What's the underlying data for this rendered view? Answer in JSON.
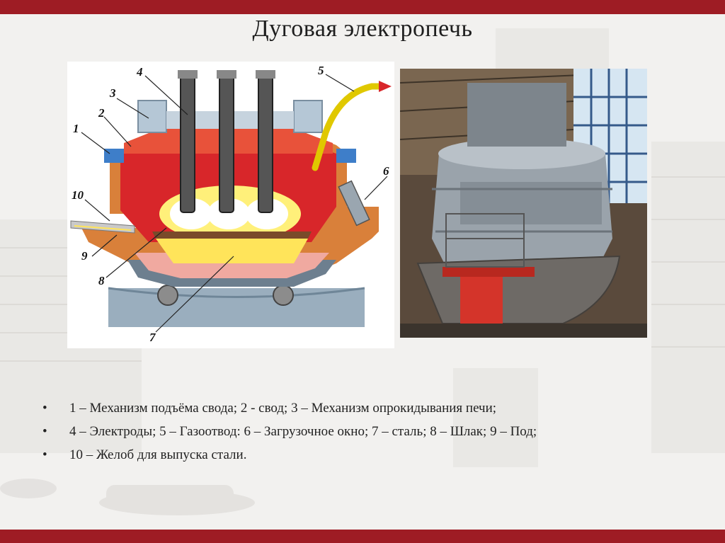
{
  "slide": {
    "title": "Дуговая электропечь",
    "accent_color": "#9e1c24",
    "bullet_symbol": "•",
    "bullets": [
      "1 – Механизм подъёма свода; 2 -  свод; 3 – Механизм опрокидывания печи;",
      "4 – Электроды; 5 – Газоотвод: 6 – Загрузочное окно; 7 – сталь; 8 – Шлак; 9 – Под;",
      "10 – Желоб для выпуска стали."
    ]
  },
  "diagram": {
    "callouts": [
      "1",
      "2",
      "3",
      "4",
      "5",
      "6",
      "7",
      "8",
      "9",
      "10"
    ]
  },
  "photo": {
    "subject": "arc-furnace-photo"
  }
}
